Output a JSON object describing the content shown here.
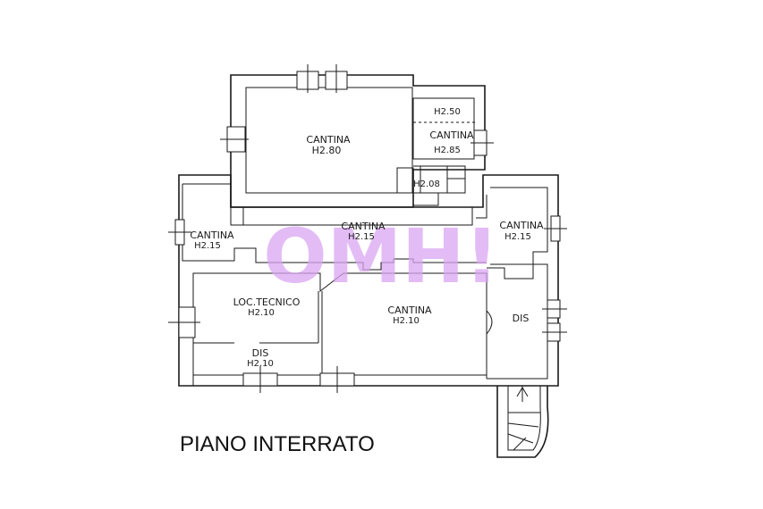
{
  "plan": {
    "title": "PIANO INTERRATO",
    "watermark": "OMH!",
    "rooms": [
      {
        "name": "CANTINA",
        "height": "H2.80"
      },
      {
        "name": "",
        "height": "H2.50"
      },
      {
        "name": "CANTINA",
        "height": "H2.85"
      },
      {
        "name": "",
        "height": "H2.08"
      },
      {
        "name": "CANTINA",
        "height": "H2.15"
      },
      {
        "name": "CANTINA",
        "height": "H2.15"
      },
      {
        "name": "CANTINA",
        "height": "H2.15"
      },
      {
        "name": "LOC.TECNICO",
        "height": "H2.10"
      },
      {
        "name": "CANTINA",
        "height": "H2.10"
      },
      {
        "name": "DIS",
        "height": "H2.10"
      },
      {
        "name": "DIS",
        "height": ""
      }
    ]
  }
}
